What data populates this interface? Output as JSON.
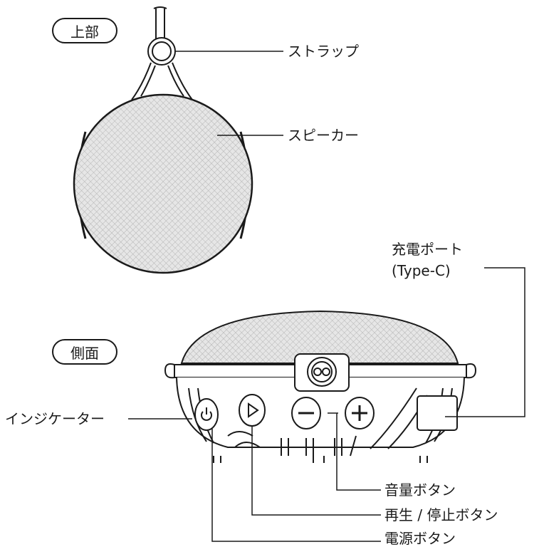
{
  "section_top": {
    "tag": "上部",
    "labels": {
      "strap": "ストラップ",
      "speaker": "スピーカー"
    }
  },
  "section_side": {
    "tag": "側面",
    "labels": {
      "charge_port_line1": "充電ポート",
      "charge_port_line2": "(Type-C)",
      "indicator": "インジケーター",
      "volume": "音量ボタン",
      "play_stop": "再生 / 停止ボタン",
      "power": "電源ボタン"
    }
  },
  "colors": {
    "line": "#1a1a1a",
    "mesh": "#d9d9d9",
    "background": "#ffffff"
  },
  "icons": [
    "power-icon",
    "play-icon",
    "minus-icon",
    "plus-icon",
    "strap-loop-icon"
  ]
}
